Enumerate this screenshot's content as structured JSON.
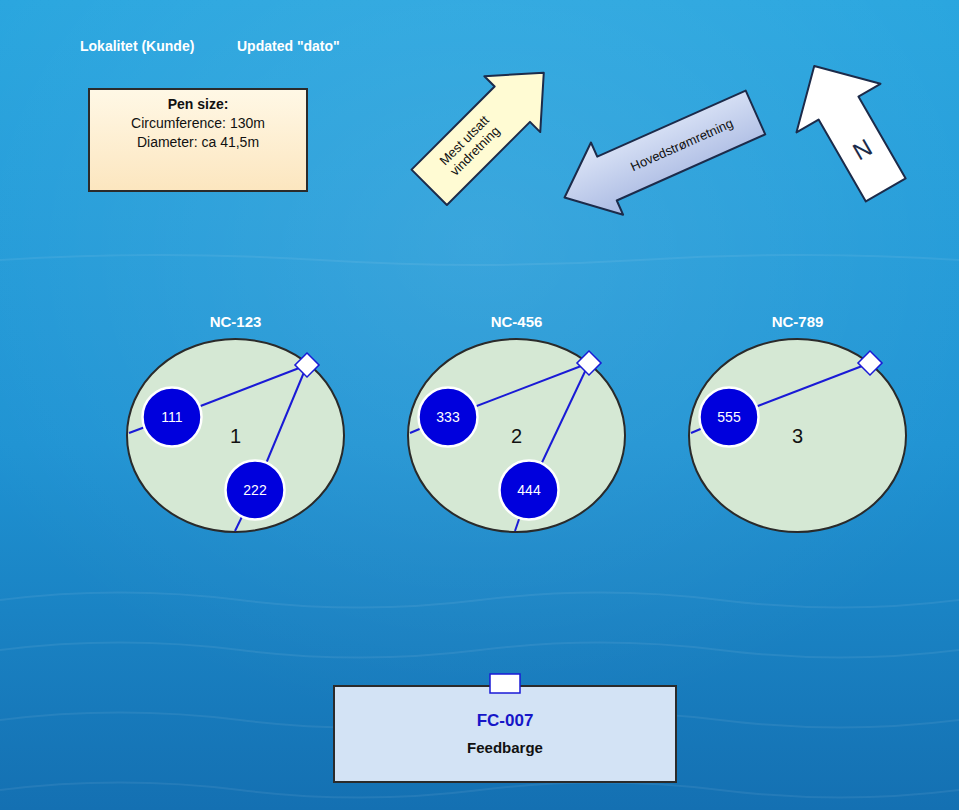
{
  "diagram": {
    "nodes": [
      {
        "text": [
          "Pen size:",
          "Circumference: 130m",
          "Diameter: ca 41,5m"
        ]
      },
      {
        "text": [
          "Mest utsatt vindretning"
        ]
      },
      {
        "text": [
          "Hovedstrømretning"
        ]
      },
      {
        "text": [
          "N"
        ]
      },
      {
        "text": [
          "NC-123",
          "1"
        ]
      },
      {
        "text": [
          "111"
        ],
        "in": 4
      },
      {
        "text": [
          "222"
        ],
        "in": 4
      },
      {
        "text": [
          "NC-456",
          "2"
        ]
      },
      {
        "text": [
          "333"
        ],
        "in": 7
      },
      {
        "text": [
          "444"
        ],
        "in": 7
      },
      {
        "text": [
          "NC-789",
          "3"
        ]
      },
      {
        "text": [
          "555"
        ],
        "in": 10
      },
      {
        "text": [
          "FC-007",
          "Feedbarge"
        ]
      }
    ],
    "labels": [
      "Lokalitet (Kunde)",
      "Updated \"dato\""
    ]
  }
}
